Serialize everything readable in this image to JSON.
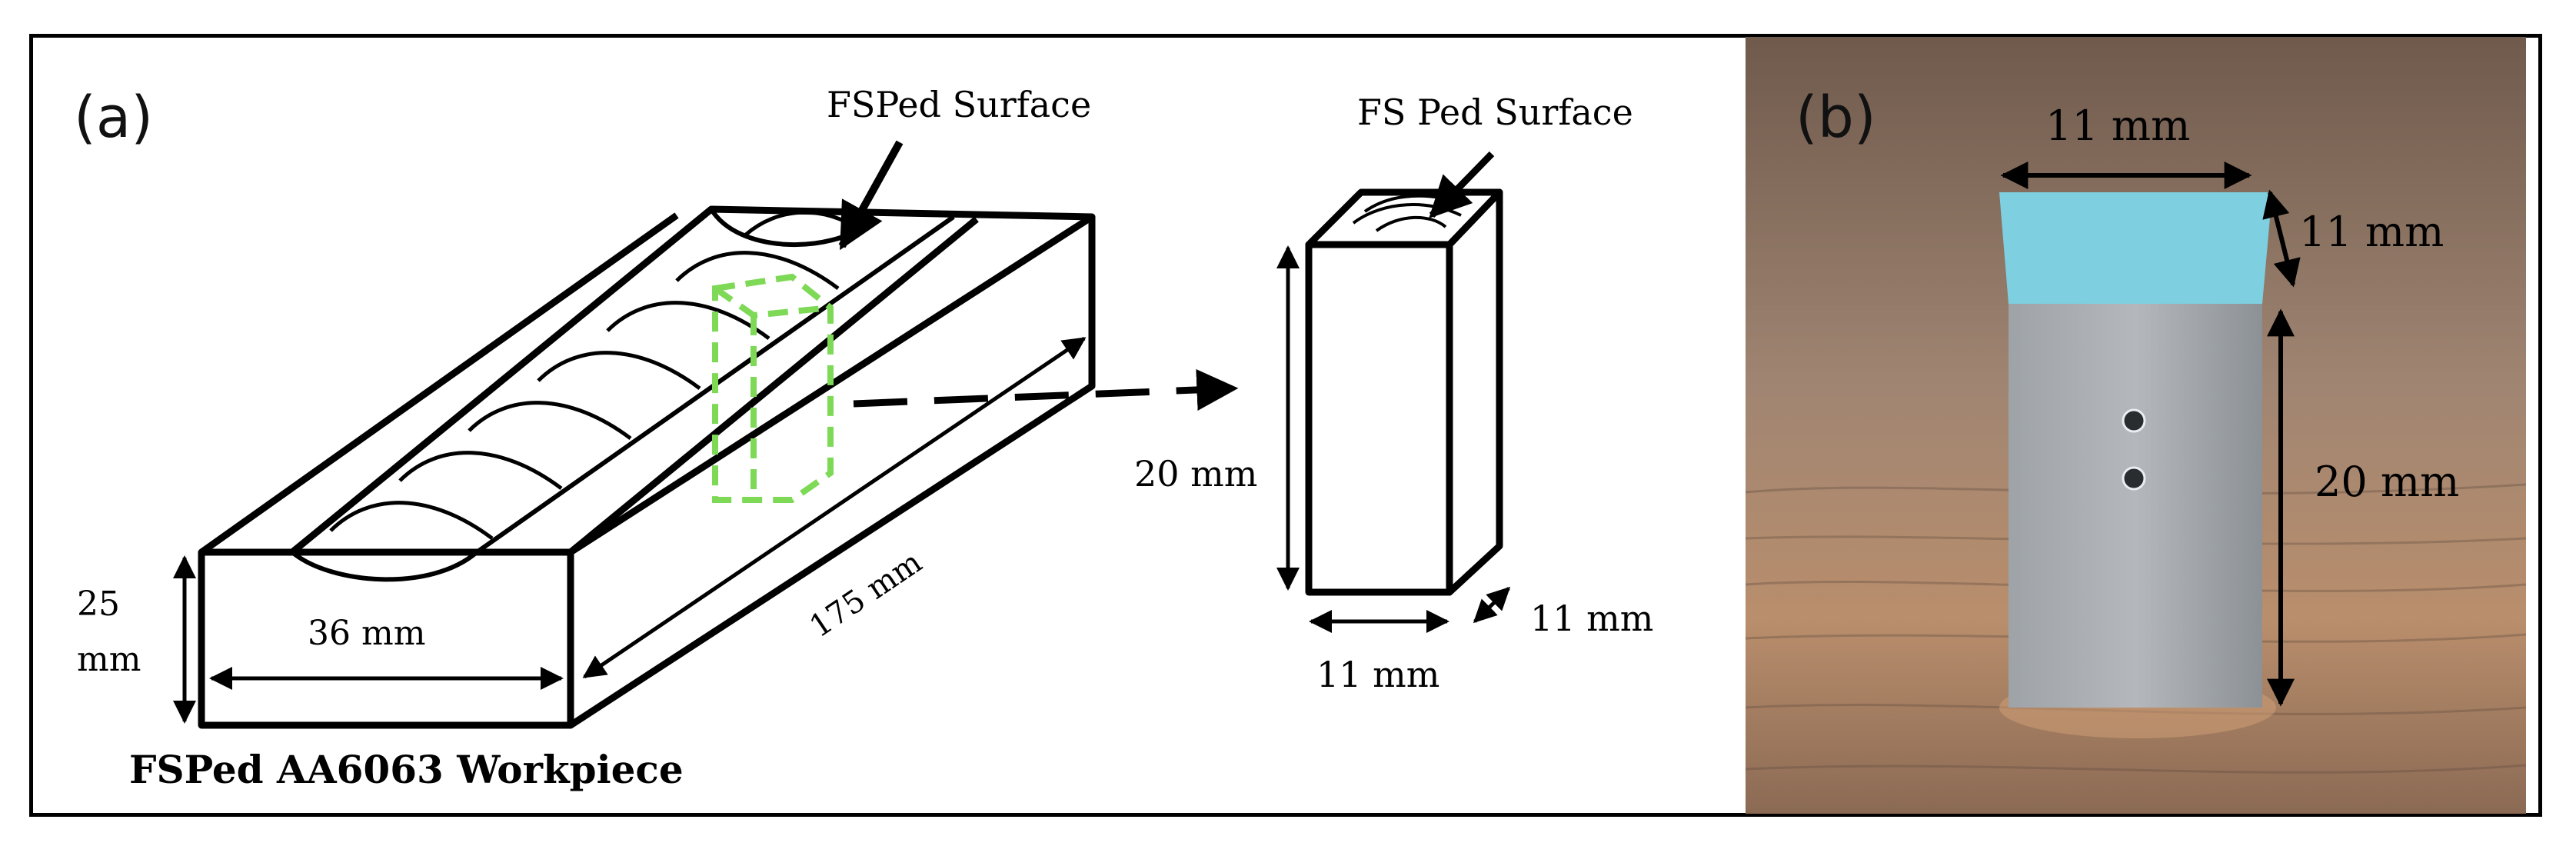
{
  "panel_a": {
    "label": "(a)",
    "workpiece_surface_label": "FSPed Surface",
    "sample_surface_label": "FS Ped Surface",
    "dims": {
      "height_value": "25",
      "height_unit": "mm",
      "width": "36 mm",
      "length": "175 mm",
      "sample_height": "20 mm",
      "sample_width": "11 mm",
      "sample_depth": "11 mm"
    },
    "caption": "FSPed AA6063 Workpiece"
  },
  "panel_b": {
    "label": "(b)",
    "dims": {
      "top_width": "11 mm",
      "top_depth": "11 mm",
      "height": "20 mm"
    }
  },
  "colors": {
    "outline": "#000000",
    "sample_marker": "#7ed957",
    "top_face": "#7ecfe0",
    "block_metal": "#9aa0a6",
    "wood": "#a0826a"
  }
}
